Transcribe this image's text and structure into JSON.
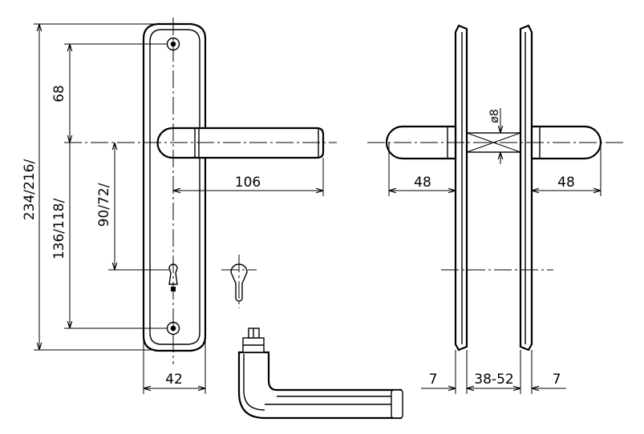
{
  "dimensions": {
    "total_height": "234/216/",
    "screw_to_lever": "68",
    "screw_spacing": "136/118/",
    "handle_to_keyhole": "90/72/",
    "lever_length": "106",
    "plate_width": "42",
    "rose_diameter": "ø8",
    "left_projection": "48",
    "right_projection": "48",
    "left_plate_thickness": "7",
    "door_thickness": "38-52",
    "right_plate_thickness": "7"
  },
  "colors": {
    "line": "#000000",
    "background": "#ffffff"
  }
}
